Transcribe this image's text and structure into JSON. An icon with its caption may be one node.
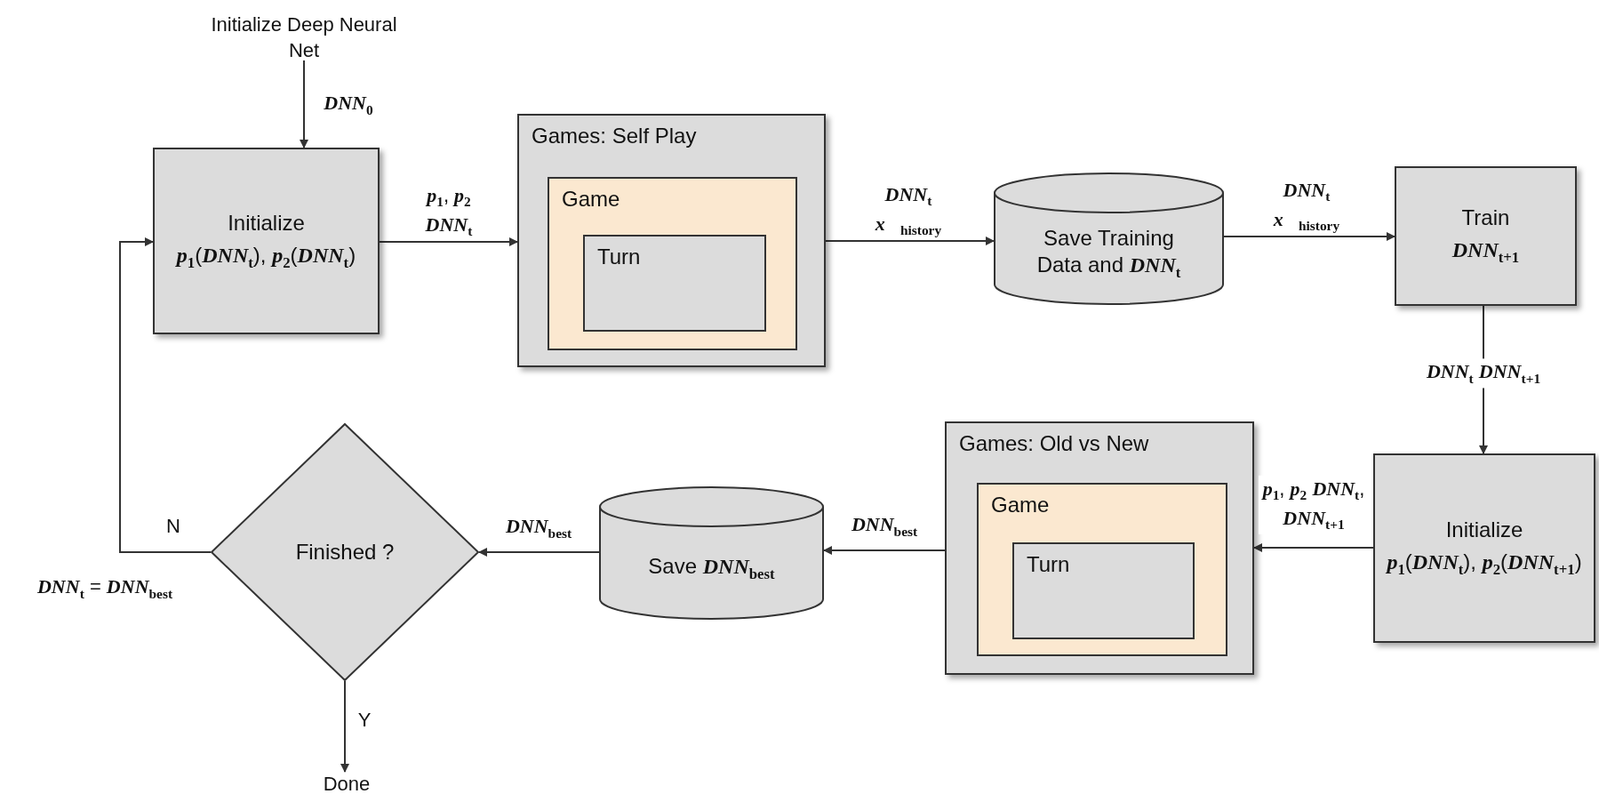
{
  "diagram": {
    "nodes": [
      {
        "text": [
          "Initialize Deep Neural Net"
        ]
      },
      {
        "text": [
          "Initialize",
          "*p*$_{1}$(*DNN*$_{t}$), *p*$_{2}$(*DNN*$_{t}$)"
        ]
      },
      {
        "text": [
          "Games: Self Play"
        ]
      },
      {
        "text": [
          "Game"
        ],
        "in": 2
      },
      {
        "text": [
          "Turn"
        ],
        "in": 3
      },
      {
        "text": [
          "Save Training Data and *DNN*$_{t}$"
        ]
      },
      {
        "text": [
          "Train",
          "*DNN*$_{t+1}$"
        ]
      },
      {
        "text": [
          "Initialize",
          "*p*$_{1}$(*DNN*$_{t}$), *p*$_{2}$(*DNN*$_{t+1}$)"
        ]
      },
      {
        "text": [
          "Games: Old vs New"
        ]
      },
      {
        "text": [
          "Game"
        ],
        "in": 8
      },
      {
        "text": [
          "Turn"
        ],
        "in": 9
      },
      {
        "text": [
          "Save *DNN*$_{best}$"
        ]
      },
      {
        "text": [
          "Finished ?"
        ]
      },
      {
        "text": [
          "Done"
        ]
      }
    ],
    "edges": [
      {
        "from": 0,
        "to": 1,
        "arrow": "to",
        "label": "*DNN*$_{0}$"
      },
      {
        "from": 1,
        "to": 2,
        "arrow": "to",
        "label": "*p*$_{1}$, *p*$_{2}$ *DNN*$_{t}$"
      },
      {
        "from": 2,
        "to": 5,
        "arrow": "to",
        "label": "*DNN*$_{t}$ *x⃗*$_{history}$"
      },
      {
        "from": 5,
        "to": 6,
        "arrow": "to",
        "label": "*DNN*$_{t}$ *x⃗*$_{history}$"
      },
      {
        "from": 6,
        "to": 7,
        "arrow": "to",
        "label": "*DNN*$_{t}$ *DNN*$_{t+1}$"
      },
      {
        "from": 7,
        "to": 8,
        "arrow": "to",
        "label": "*p*$_{1}$, *p*$_{2}$ *DNN*$_{t}$, *DNN*$_{t+1}$"
      },
      {
        "from": 8,
        "to": 11,
        "arrow": "to",
        "label": "*DNN*$_{best}$"
      },
      {
        "from": 11,
        "to": 12,
        "arrow": "to",
        "label": "*DNN*$_{best}$"
      },
      {
        "from": 12,
        "to": 1,
        "arrow": "to",
        "label": "N"
      },
      {
        "from": 12,
        "to": 13,
        "arrow": "to",
        "label": "Y"
      }
    ],
    "labels": [
      "*DNN*$_{t}$ = *DNN*$_{best}$"
    ]
  }
}
